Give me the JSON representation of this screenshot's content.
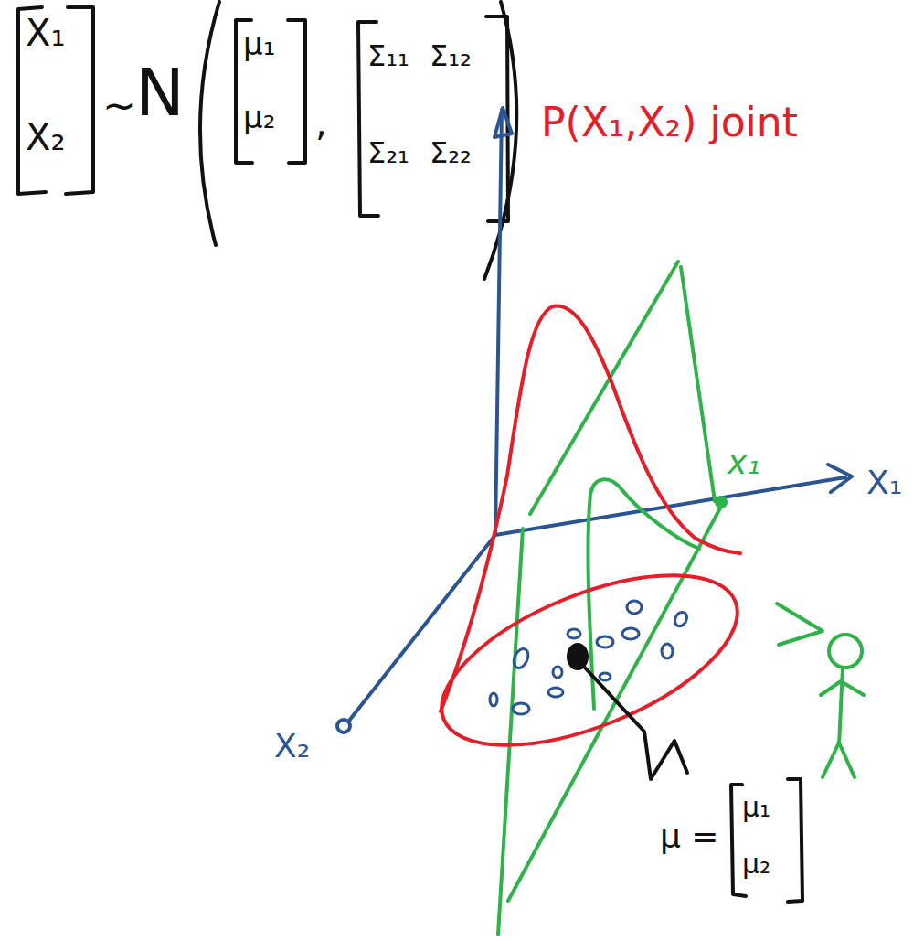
{
  "diagram": {
    "labels": [
      "X₁",
      "X₂",
      "~",
      "N",
      "μ₁",
      "μ₂",
      ",",
      "Σ₁₁",
      "Σ₁₂",
      "Σ₂₁",
      "Σ₂₂",
      "P(X₁,X₂) joint",
      "x₁",
      "X₁",
      "X₂",
      "μ =",
      "μ₁",
      "μ₂"
    ]
  }
}
